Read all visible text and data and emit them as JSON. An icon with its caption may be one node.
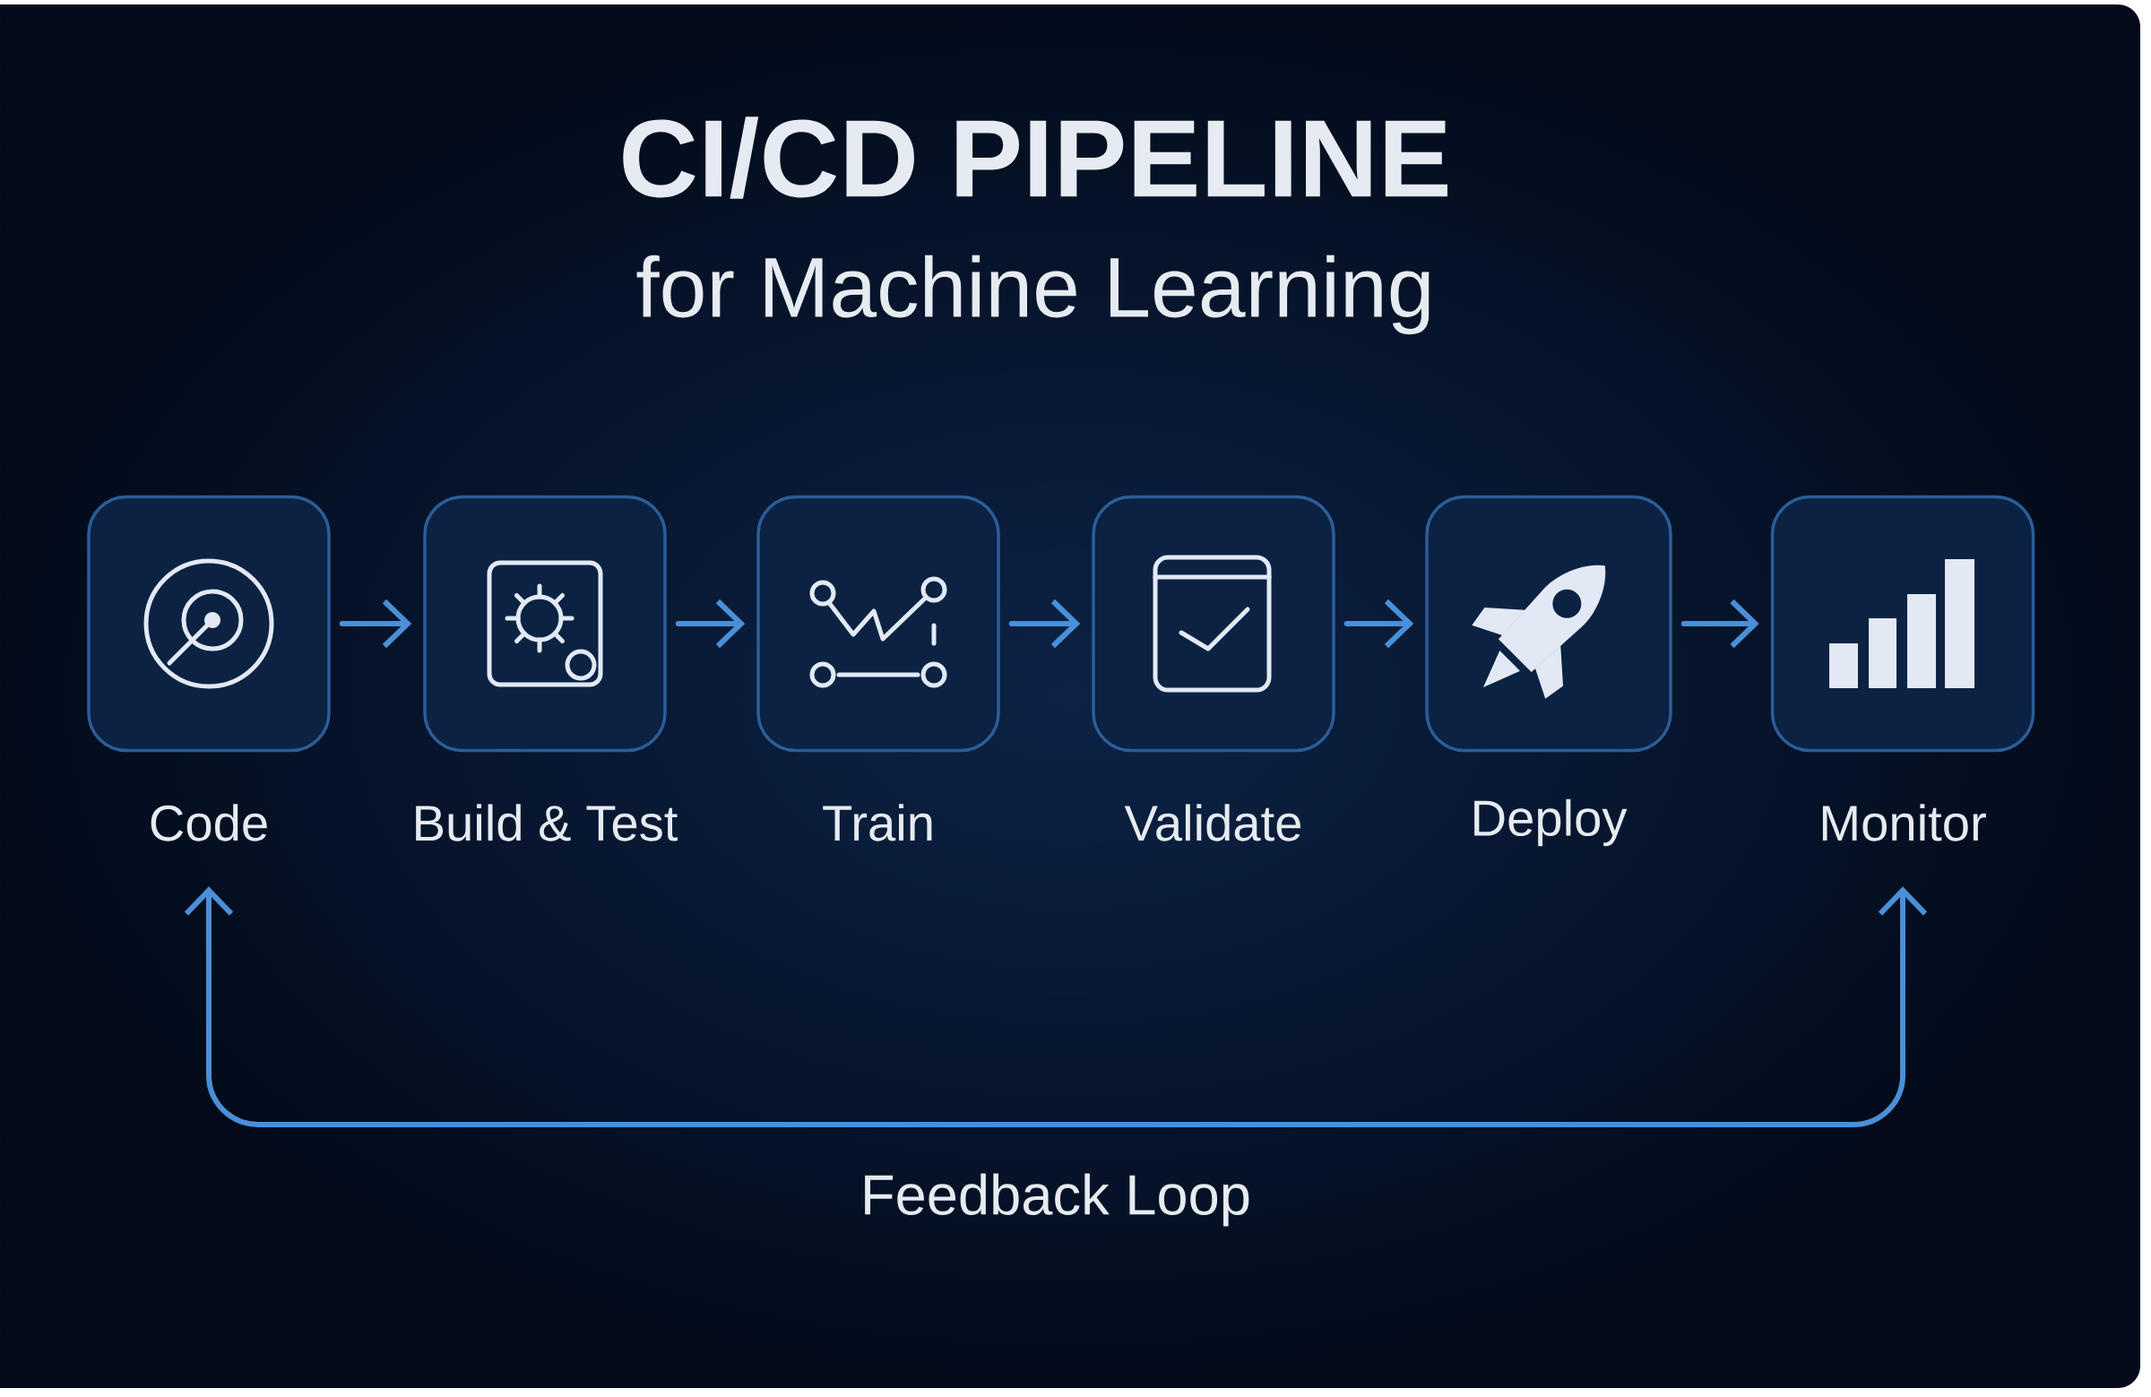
{
  "diagram": {
    "title": "CI/CD PIPELINE",
    "nodes": [
      {
        "text": [
          "Code"
        ]
      },
      {
        "text": [
          "Build & Test"
        ]
      },
      {
        "text": [
          "Train"
        ]
      },
      {
        "text": [
          "Validate"
        ]
      },
      {
        "text": [
          "Deploy"
        ]
      },
      {
        "text": [
          "Monitor"
        ]
      }
    ],
    "edges": [
      {
        "from": 0,
        "to": 1,
        "arrow": "to"
      },
      {
        "from": 1,
        "to": 2,
        "arrow": "to"
      },
      {
        "from": 2,
        "to": 3,
        "arrow": "to"
      },
      {
        "from": 3,
        "to": 4,
        "arrow": "to"
      },
      {
        "from": 4,
        "to": 5,
        "arrow": "to"
      },
      {
        "from": 5,
        "to": 0,
        "arrow": "both",
        "label": "Feedback Loop"
      }
    ],
    "labels": [
      "for Machine Learning"
    ]
  }
}
